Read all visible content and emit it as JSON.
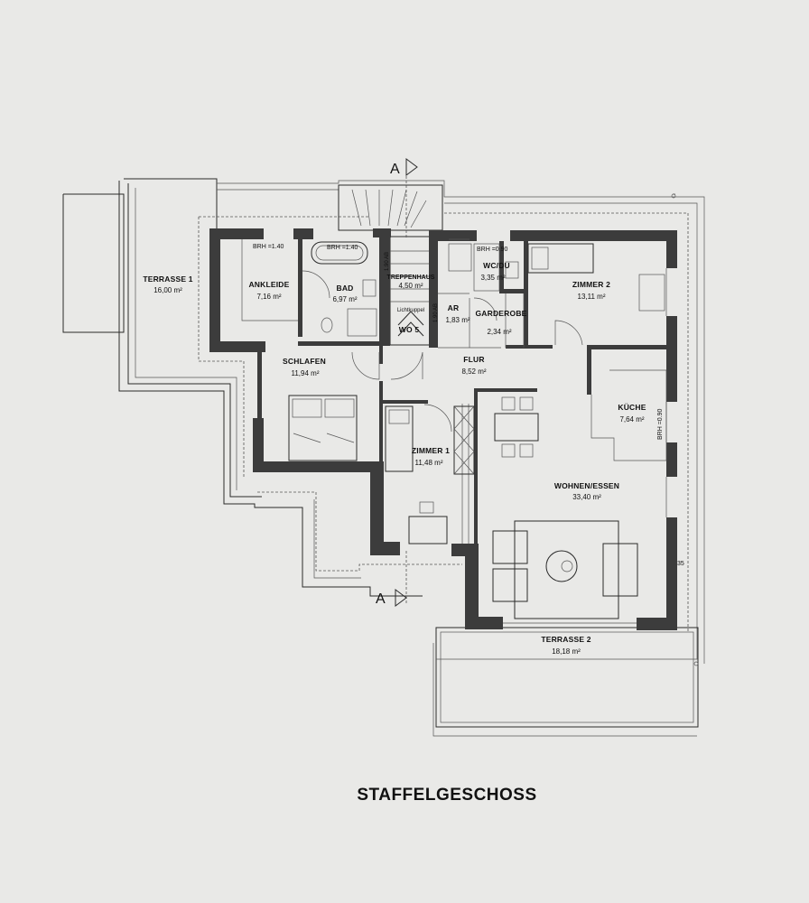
{
  "title": "STAFFELGESCHOSS",
  "section_markers": {
    "top": "A",
    "bottom": "A"
  },
  "rooms": {
    "terrasse1": {
      "name": "TERRASSE 1",
      "area": "16,00 m²"
    },
    "ankleide": {
      "name": "ANKLEIDE",
      "area": "7,16 m²"
    },
    "bad": {
      "name": "BAD",
      "area": "6,97 m²"
    },
    "treppenhaus": {
      "name": "TREPPENHAUS",
      "area": "4,50 m²"
    },
    "wcdu": {
      "name": "WC/DU",
      "area": "3,35 m²"
    },
    "zimmer2": {
      "name": "ZIMMER 2",
      "area": "13,11 m²"
    },
    "ar": {
      "name": "AR",
      "area": "1,83 m²"
    },
    "garderobe": {
      "name": "GARDEROBE",
      "area": "2,34 m²"
    },
    "schlafen": {
      "name": "SCHLAFEN",
      "area": "11,94 m²"
    },
    "flur": {
      "name": "FLUR",
      "area": "8,52 m²"
    },
    "kueche": {
      "name": "KÜCHE",
      "area": "7,64 m²"
    },
    "zimmer1": {
      "name": "ZIMMER 1",
      "area": "11,48 m²"
    },
    "wohnen": {
      "name": "WOHNEN/ESSEN",
      "area": "33,40 m²"
    },
    "terrasse2": {
      "name": "TERRASSE 2",
      "area": "18,18 m²"
    }
  },
  "annotations": {
    "brh_ankleide": "BRH =1.40",
    "brh_bad": "BRH =1.40",
    "brh_wc": "BRH =0.90",
    "brh_kueche": "BRH =0.90",
    "ab_left": "1.90 AB",
    "ab_right": "1.90 AB",
    "lichtkuppel": "Lichtkuppel",
    "wo": "WO 5",
    "dim_35": "35"
  }
}
